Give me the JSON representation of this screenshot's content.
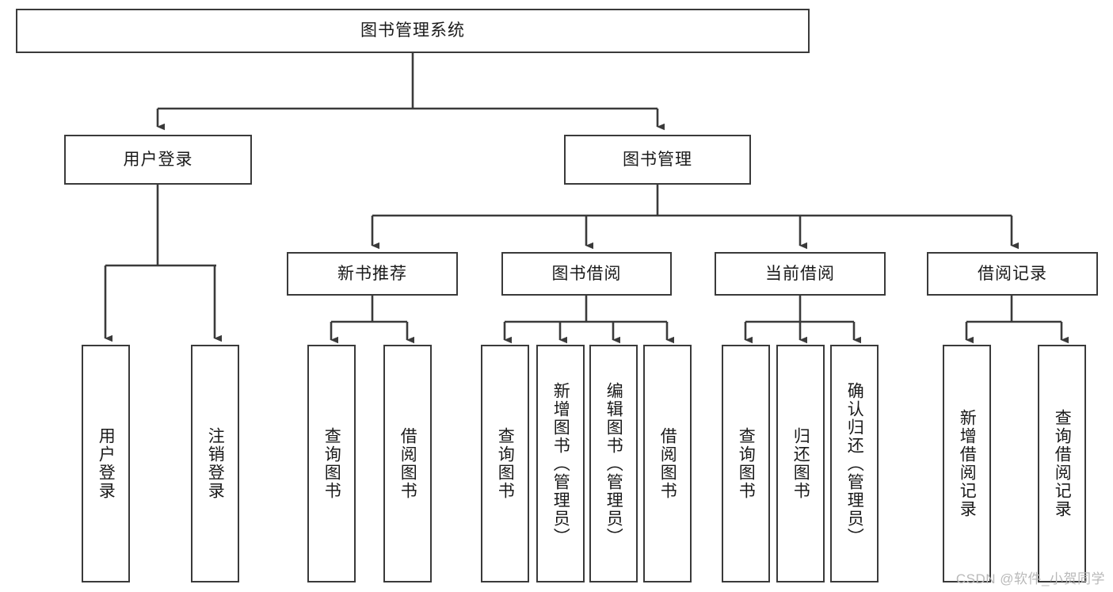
{
  "diagram": {
    "type": "tree",
    "title": "图书管理系统",
    "root": {
      "label": "图书管理系统"
    },
    "level1": [
      {
        "label": "用户登录"
      },
      {
        "label": "图书管理"
      }
    ],
    "level2": [
      {
        "label": "新书推荐"
      },
      {
        "label": "图书借阅"
      },
      {
        "label": "当前借阅"
      },
      {
        "label": "借阅记录"
      }
    ],
    "leaves": {
      "user_login": [
        {
          "label": "用户登录"
        },
        {
          "label": "注销登录"
        }
      ],
      "new_book_recommend": [
        {
          "label": "查询图书"
        },
        {
          "label": "借阅图书"
        }
      ],
      "book_borrow": [
        {
          "label": "查询图书"
        },
        {
          "label": "新增图书（管理员）"
        },
        {
          "label": "编辑图书（管理员）"
        },
        {
          "label": "借阅图书"
        }
      ],
      "current_borrow": [
        {
          "label": "查询图书"
        },
        {
          "label": "归还图书"
        },
        {
          "label": "确认归还（管理员）"
        }
      ],
      "borrow_record": [
        {
          "label": "新增借阅记录"
        },
        {
          "label": "查询借阅记录"
        }
      ]
    }
  },
  "watermark": {
    "text": "CSDN @软件_小贺同学"
  },
  "colors": {
    "stroke": "#3a3a3a",
    "text": "#1a1a1a",
    "background": "#ffffff",
    "watermark": "#b9b9b9"
  }
}
